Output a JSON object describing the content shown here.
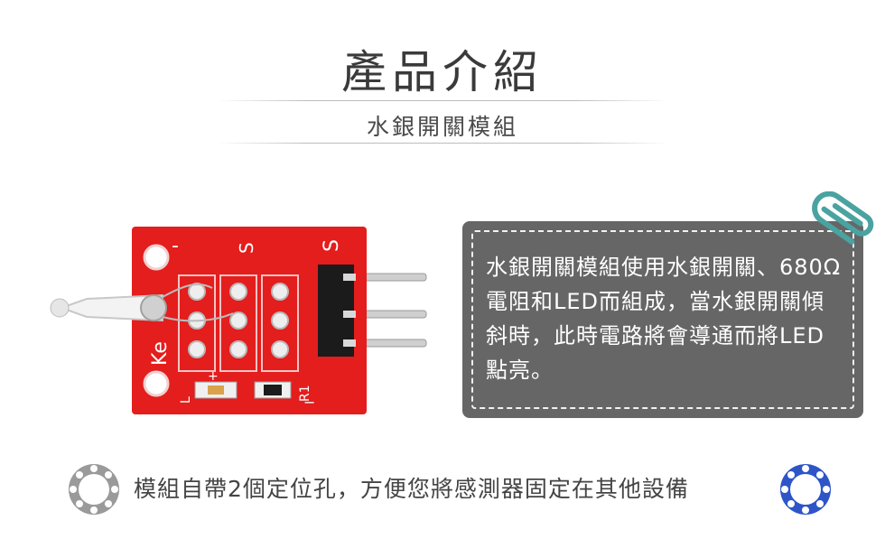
{
  "header": {
    "title": "產品介紹",
    "subtitle": "水銀開關模組"
  },
  "product_photo": {
    "pcb_labels": {
      "pin_minus": "-",
      "pin_middle": "S",
      "pin_signal": "S",
      "brand_partial": "Ke",
      "resistor": "R1",
      "led_marker": "L",
      "plus_marker": "+",
      "minus_bottom": "−"
    }
  },
  "note": {
    "text": "水銀開關模組使用水銀開關、680Ω電阻和LED而組成，當水銀開關傾斜時，此時電路將會導通而將LED點亮。"
  },
  "footer": {
    "text": "模組自帶2個定位孔，方便您將感測器固定在其他設備"
  },
  "colors": {
    "pcb_red": "#e41d1d",
    "note_bg": "#666666",
    "clip_teal": "#4aa3a0",
    "icon_left_gray": "#9a9a9a",
    "icon_right_blue": "#2e55c8"
  },
  "icons": {
    "clip": "paperclip-icon",
    "left_hole": "mounting-hole-gray-icon",
    "right_hole": "mounting-hole-blue-icon"
  }
}
